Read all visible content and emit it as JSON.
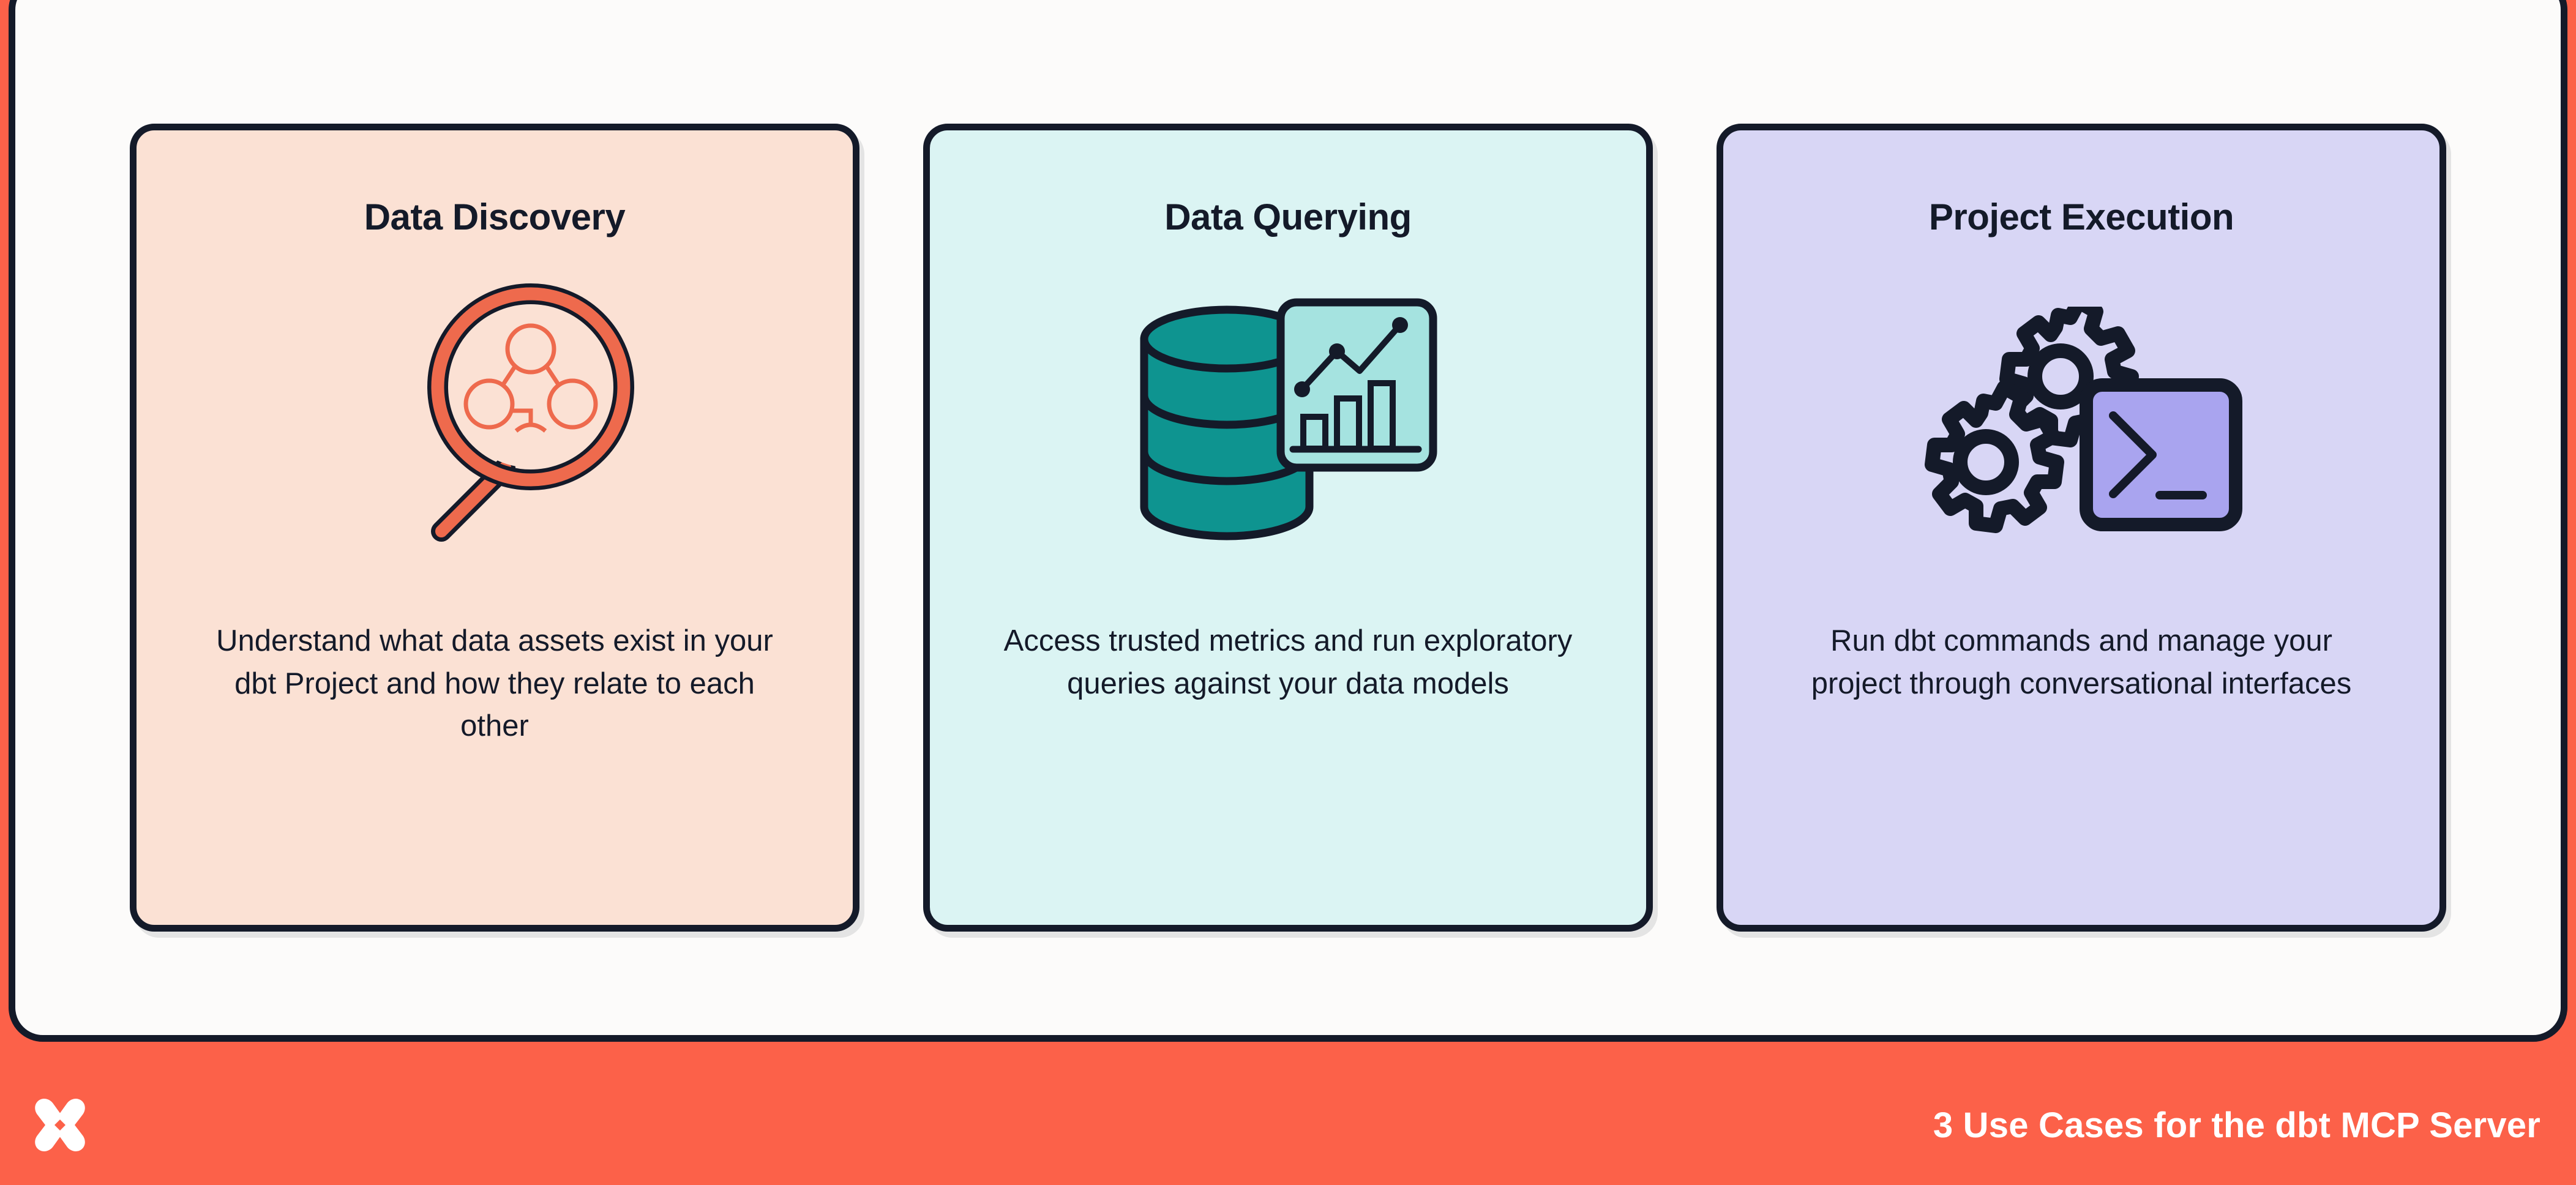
{
  "footer": {
    "logo_icon": "dbt-logo-icon",
    "caption": "3 Use Cases for the dbt MCP Server",
    "background_color": "#FC6149",
    "text_color": "#FFFFFF"
  },
  "panel": {
    "background_color": "#FCFBFA",
    "border_color": "#141A29"
  },
  "cards": [
    {
      "id": "data-discovery",
      "title": "Data Discovery",
      "body": "Understand what data assets exist in your dbt Project and how they relate to each other",
      "icon": "magnifying-glass-lineage-icon",
      "background_color": "#FBE1D4",
      "accent_color": "#EE6A4D"
    },
    {
      "id": "data-querying",
      "title": "Data Querying",
      "body": "Access trusted metrics and run exploratory queries against your data models",
      "icon": "database-chart-icon",
      "background_color": "#DBF4F3",
      "accent_color": "#0E9490"
    },
    {
      "id": "project-execution",
      "title": "Project Execution",
      "body": "Run dbt commands and manage your project through conversational interfaces",
      "icon": "gears-terminal-icon",
      "background_color": "#D8D6F5",
      "accent_color": "#A9A4EF"
    }
  ]
}
